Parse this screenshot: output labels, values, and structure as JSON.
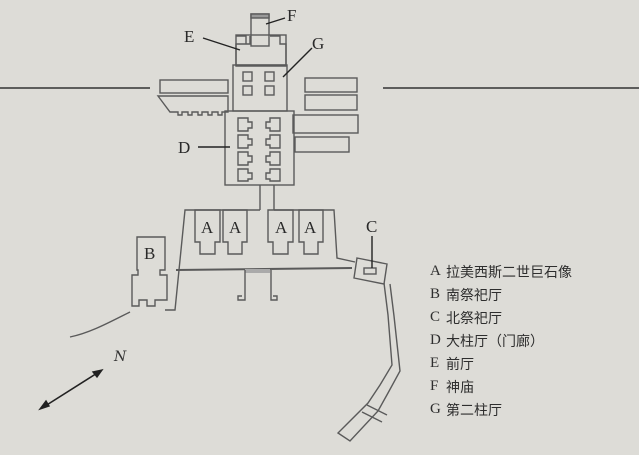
{
  "plan_labels": {
    "A": "A",
    "B": "B",
    "C": "C",
    "D": "D",
    "E": "E",
    "F": "F",
    "G": "G"
  },
  "north_label": "N",
  "legend": [
    {
      "key": "A",
      "text": "拉美西斯二世巨石像"
    },
    {
      "key": "B",
      "text": "南祭祀厅"
    },
    {
      "key": "C",
      "text": "北祭祀厅"
    },
    {
      "key": "D",
      "text": "大柱厅（门廊）"
    },
    {
      "key": "E",
      "text": "前厅"
    },
    {
      "key": "F",
      "text": "神庙"
    },
    {
      "key": "G",
      "text": "第二柱厅"
    }
  ]
}
